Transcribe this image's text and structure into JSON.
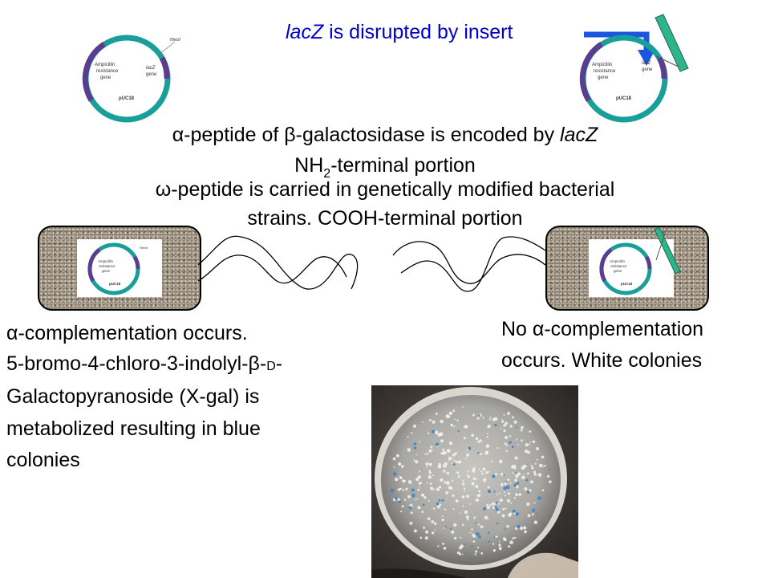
{
  "header": {
    "lacz_word": "lacZ",
    "disrupted_rest": " is disrupted by insert"
  },
  "plasmid": {
    "name": "pUC18",
    "ampicillin": "Ampicillin",
    "resistance": "resistance",
    "gene": "gene",
    "lacz": "lacZ",
    "lacz_gene": "gene",
    "site": "HincII"
  },
  "alpha_line": {
    "greek": "α",
    "part1": "-peptide of ",
    "beta": "β",
    "part2": "-galactosidase is encoded by ",
    "lacz": "lacZ",
    "nh": "NH",
    "sub": "2",
    "rest": "-terminal portion"
  },
  "omega_line": {
    "greek": "ω",
    "line1": "-peptide is carried in genetically modified bacterial",
    "line2": "strains.  COOH-terminal portion"
  },
  "left_text": {
    "greek": "α",
    "line1": "-complementation occurs.",
    "line2a": "5-bromo-4-chloro-3-indolyl-",
    "beta": "β",
    "dash": "-",
    "d": "D",
    "dash2": "-",
    "line3": "Galactopyranoside (X-gal) is",
    "line4": "metabolized resulting in blue",
    "line5": "colonies"
  },
  "right_text": {
    "line1a": "No ",
    "greek": "α",
    "line1b": "-complementation",
    "line2": "occurs. White colonies"
  },
  "colors": {
    "ring_teal": "#1a9e9a",
    "ring_purple": "#5b3d8f",
    "arrow_blue": "#1a56e0",
    "insert_green": "#2fb48a",
    "cell_brown": "#8e8272"
  }
}
